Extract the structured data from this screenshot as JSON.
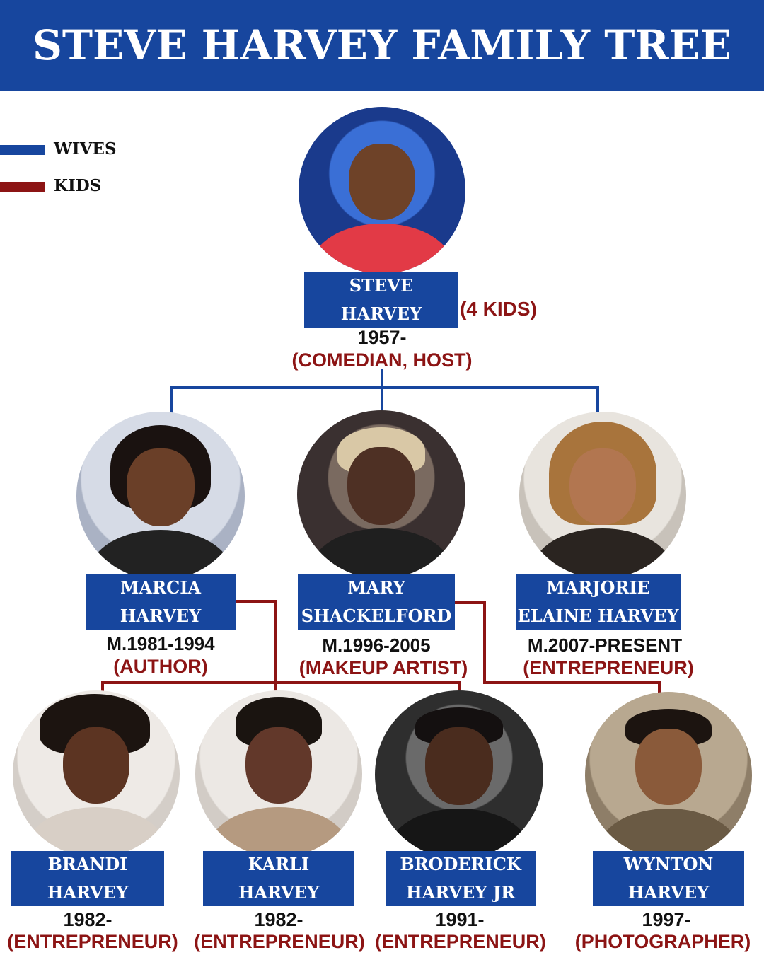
{
  "title": "STEVE HARVEY FAMILY TREE",
  "legend": {
    "wives": "WIVES",
    "kids": "KIDS",
    "wives_color": "#17469e",
    "kids_color": "#8c1414"
  },
  "root": {
    "name_line1": "STEVE",
    "name_line2": "HARVEY",
    "kids_note": "(4 KIDS)",
    "years": "1957-",
    "role": "(COMEDIAN, HOST)"
  },
  "wives": [
    {
      "name_line1": "MARCIA",
      "name_line2": "HARVEY",
      "years": "M.1981-1994",
      "role": "(AUTHOR)"
    },
    {
      "name_line1": "MARY",
      "name_line2": "SHACKELFORD",
      "years": "M.1996-2005",
      "role": "(MAKEUP ARTIST)"
    },
    {
      "name_line1": "MARJORIE",
      "name_line2": "ELAINE HARVEY",
      "years": "M.2007-PRESENT",
      "role": "(ENTREPRENEUR)"
    }
  ],
  "kids": [
    {
      "name_line1": "BRANDI",
      "name_line2": "HARVEY",
      "years": "1982-",
      "role": "(ENTREPRENEUR)"
    },
    {
      "name_line1": "KARLI",
      "name_line2": "HARVEY",
      "years": "1982-",
      "role": "(ENTREPRENEUR)"
    },
    {
      "name_line1": "BRODERICK",
      "name_line2": "HARVEY JR",
      "years": "1991-",
      "role": "(ENTREPRENEUR)"
    },
    {
      "name_line1": "WYNTON",
      "name_line2": "HARVEY",
      "years": "1997-",
      "role": "(PHOTOGRAPHER)"
    }
  ]
}
